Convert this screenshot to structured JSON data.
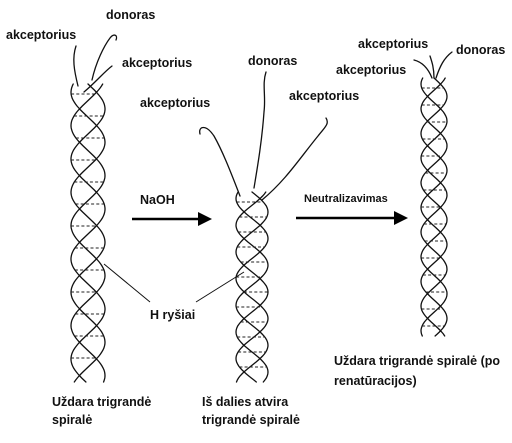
{
  "labels": {
    "left_donor": "donoras",
    "left_acceptor_1": "akceptorius",
    "left_acceptor_2": "akceptorius",
    "mid_donor": "donoras",
    "mid_acceptor_1": "akceptorius",
    "mid_acceptor_2": "akceptorius",
    "right_acceptor_1": "akceptorius",
    "right_acceptor_2": "akceptorius",
    "right_donor": "donoras",
    "arrow_1": "NaOH",
    "arrow_2": "Neutralizavimas",
    "hbonds": "H ryšiai"
  },
  "captions": {
    "left": "Uždara trigrandė spiralė",
    "middle": "Iš dalies atvira trigrandė spiralė",
    "right": "Uždara trigrandė spiralė (po renatūracijos)"
  }
}
